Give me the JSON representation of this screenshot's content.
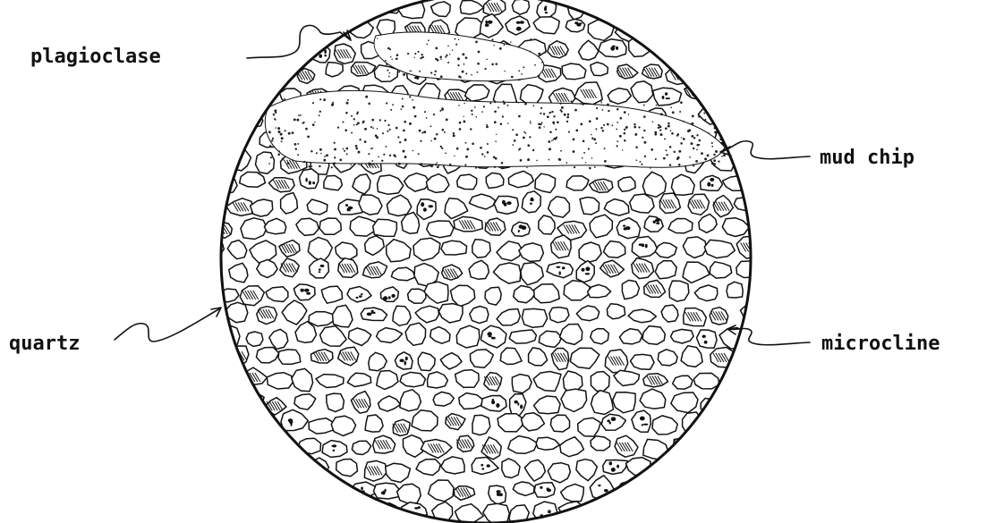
{
  "labels": {
    "plagioclase": "plagioclase",
    "mud_chip": "mud chip",
    "quartz": "quartz",
    "microcline": "microcline"
  }
}
